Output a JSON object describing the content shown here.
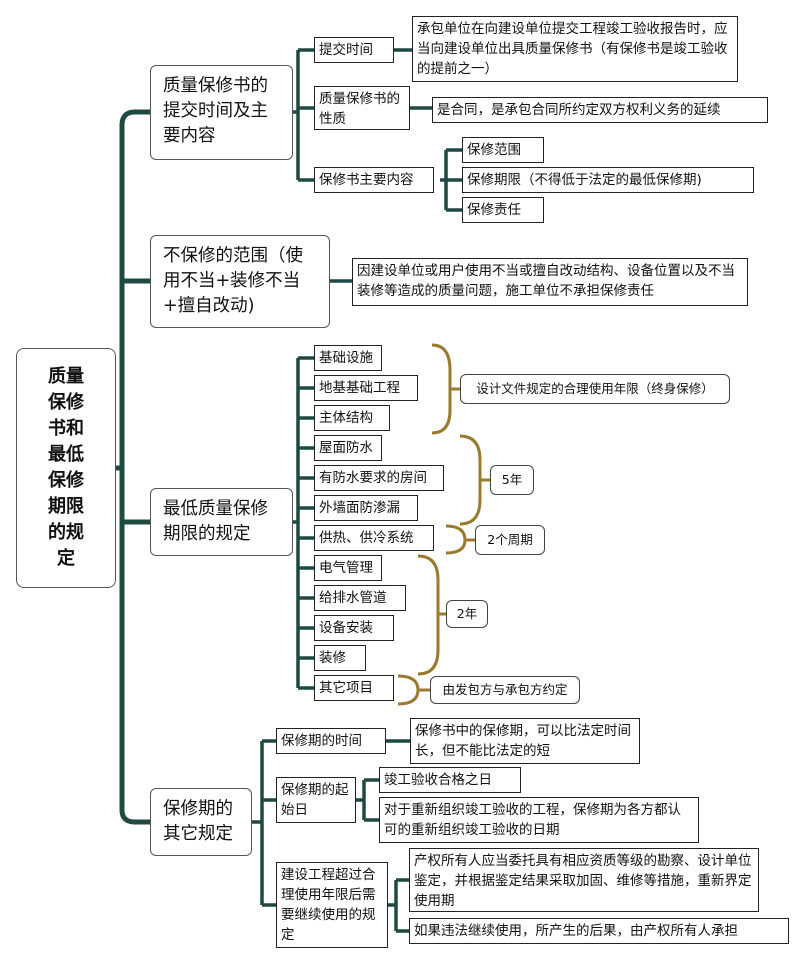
{
  "root": "质量保修书和最低保修期限的规定",
  "branch_a": {
    "title": "质量保修书的提交时间及主要内容",
    "submit_time": "提交时间",
    "submit_time_detail": "承包单位在向建设单位提交工程竣工验收报告时，应当向建设单位出具质量保修书（有保修书是竣工验收的提前之一）",
    "nature": "质量保修书的性质",
    "nature_detail": "是合同，是承包合同所约定双方权利义务的延续",
    "content": "保修书主要内容",
    "content_items": [
      "保修范围",
      "保修期限（不得低于法定的最低保修期)",
      "保修责任"
    ]
  },
  "branch_b": {
    "title": "不保修的范围（使用不当+装修不当+擅自改动)",
    "detail": "因建设单位或用户使用不当或擅自改动结构、设备位置以及不当装修等造成的质量问题，施工单位不承担保修责任"
  },
  "branch_c": {
    "title": "最低质量保修期限的规定",
    "items": [
      "基础设施",
      "地基基础工程",
      "主体结构",
      "屋面防水",
      "有防水要求的房间",
      "外墙面防渗漏",
      "供热、供冷系统",
      "电气管理",
      "给排水管道",
      "设备安装",
      "装修",
      "其它项目"
    ],
    "groups": [
      "设计文件规定的合理使用年限（终身保修）",
      "5年",
      "2个周期",
      "2年",
      "由发包方与承包方约定"
    ]
  },
  "branch_d": {
    "title": "保修期的其它规定",
    "period": "保修期的时间",
    "period_detail": "保修书中的保修期，可以比法定时间长，但不能比法定的短",
    "start": "保修期的起始日",
    "start_items": [
      "竣工验收合格之日",
      "对于重新组织竣工验收的工程，保修期为各方都认可的重新组织竣工验收的日期"
    ],
    "overuse": "建设工程超过合理使用年限后需要继续使用的规定",
    "overuse_items": [
      "产权所有人应当委托具有相应资质等级的勘察、设计单位鉴定，并根据鉴定结果采取加固、维修等措施，重新界定使用期",
      "如果违法继续使用，所产生的后果，由产权所有人承担"
    ]
  },
  "colors": {
    "connector": "#1f4a42",
    "bracket": "#9a7a2f"
  }
}
